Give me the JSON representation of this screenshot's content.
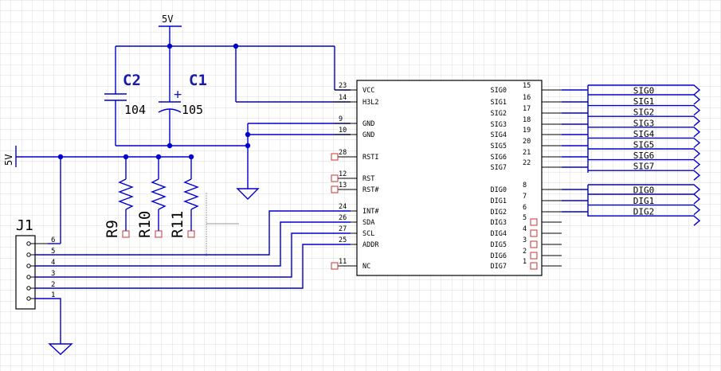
{
  "power": {
    "top_label": "5V",
    "left_label": "5V"
  },
  "caps": {
    "c2": {
      "name": "C2",
      "value": "104"
    },
    "c1": {
      "name": "C1",
      "value": "105",
      "polarity": "+"
    }
  },
  "resistors": [
    "R9",
    "R10",
    "R11"
  ],
  "connector": {
    "name": "J1",
    "pins": [
      "6",
      "5",
      "4",
      "3",
      "2",
      "1"
    ]
  },
  "ic": {
    "left_pins": [
      {
        "num": "23",
        "name": "VCC"
      },
      {
        "num": "14",
        "name": "H3L2"
      },
      {
        "num": "9",
        "name": "GND"
      },
      {
        "num": "10",
        "name": "GND"
      },
      {
        "num": "28",
        "name": "RSTI"
      },
      {
        "num": "12",
        "name": "RST"
      },
      {
        "num": "13",
        "name": "RST#"
      },
      {
        "num": "24",
        "name": "INT#"
      },
      {
        "num": "26",
        "name": "SDA"
      },
      {
        "num": "27",
        "name": "SCL"
      },
      {
        "num": "25",
        "name": "ADDR"
      },
      {
        "num": "11",
        "name": "NC"
      }
    ],
    "right_pins": [
      {
        "num": "15",
        "name": "SIG0"
      },
      {
        "num": "16",
        "name": "SIG1"
      },
      {
        "num": "17",
        "name": "SIG2"
      },
      {
        "num": "18",
        "name": "SIG3"
      },
      {
        "num": "19",
        "name": "SIG4"
      },
      {
        "num": "20",
        "name": "SIG5"
      },
      {
        "num": "21",
        "name": "SIG6"
      },
      {
        "num": "22",
        "name": "SIG7"
      },
      {
        "num": "8",
        "name": "DIG0"
      },
      {
        "num": "7",
        "name": "DIG1"
      },
      {
        "num": "6",
        "name": "DIG2"
      },
      {
        "num": "5",
        "name": "DIG3"
      },
      {
        "num": "4",
        "name": "DIG4"
      },
      {
        "num": "3",
        "name": "DIG5"
      },
      {
        "num": "2",
        "name": "DIG6"
      },
      {
        "num": "1",
        "name": "DIG7"
      }
    ]
  },
  "net_labels": [
    "SIG0",
    "SIG1",
    "SIG2",
    "SIG3",
    "SIG4",
    "SIG5",
    "SIG6",
    "SIG7",
    "DIG0",
    "DIG1",
    "DIG2"
  ]
}
